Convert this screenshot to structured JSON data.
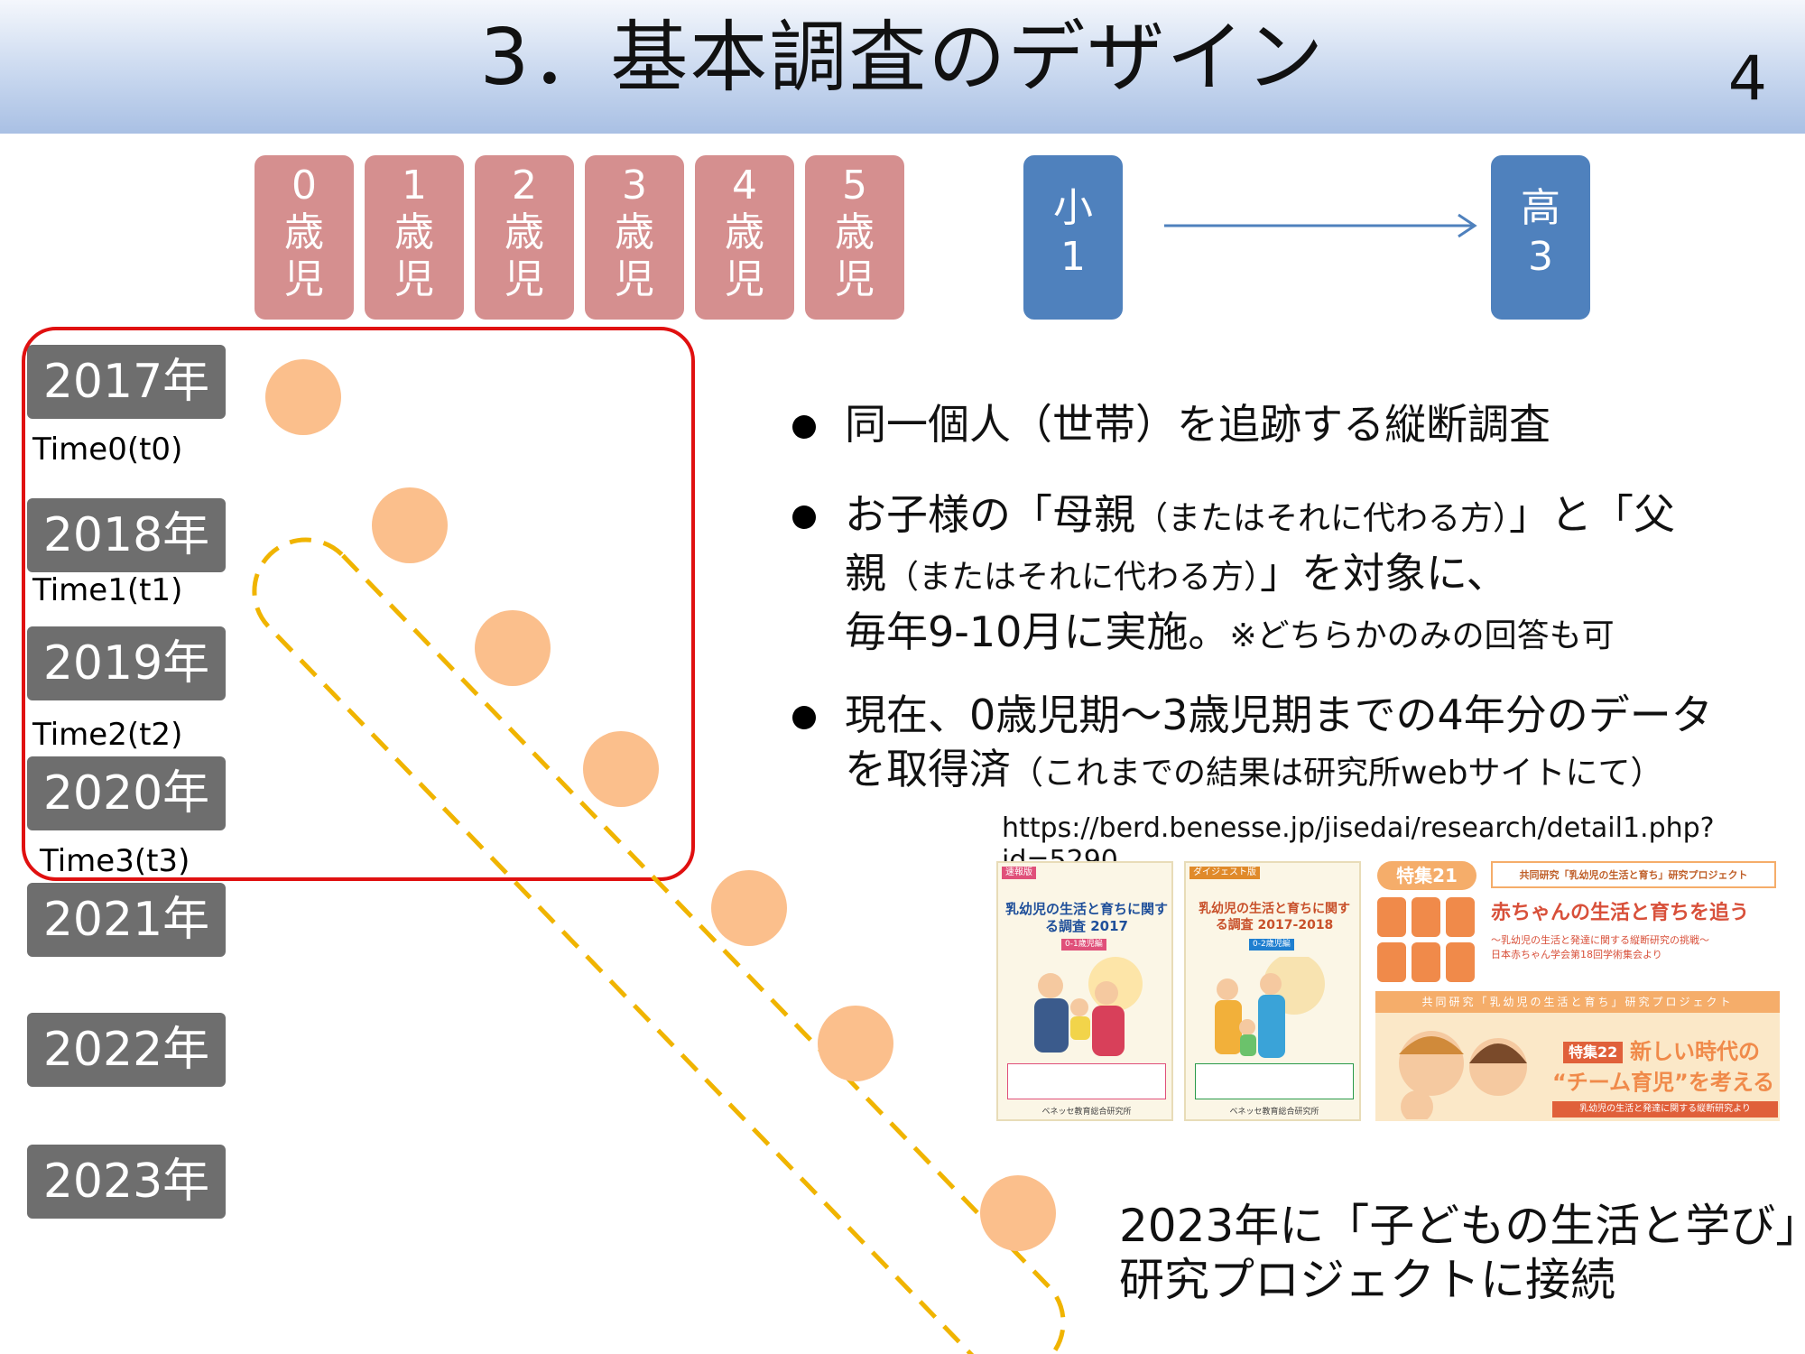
{
  "header": {
    "title": "3．基本調査のデザイン",
    "page_number": "4"
  },
  "ages": [
    {
      "num": "0",
      "c1": "歳",
      "c2": "児"
    },
    {
      "num": "1",
      "c1": "歳",
      "c2": "児"
    },
    {
      "num": "2",
      "c1": "歳",
      "c2": "児"
    },
    {
      "num": "3",
      "c1": "歳",
      "c2": "児"
    },
    {
      "num": "4",
      "c1": "歳",
      "c2": "児"
    },
    {
      "num": "5",
      "c1": "歳",
      "c2": "児"
    }
  ],
  "school": {
    "start_1": "小",
    "start_2": "1",
    "end_1": "高",
    "end_2": "3"
  },
  "years": [
    "2017年",
    "2018年",
    "2019年",
    "2020年",
    "2021年",
    "2022年",
    "2023年"
  ],
  "times": [
    "Time0(t0)",
    "Time1(t1)",
    "Time2(t2)",
    "Time3(t3)"
  ],
  "bullets": {
    "b1": "同一個人（世帯）を追跡する縦断調査",
    "b2_line1_a": "お子様の「母親",
    "b2_line1_small": "（またはそれに代わる方）",
    "b2_line1_b": "」と「父",
    "b2_line2_a": "親",
    "b2_line2_small": "（またはそれに代わる方）",
    "b2_line2_b": "」を対象に、",
    "b2_line3_a": "毎年9-10月に実施。",
    "b2_line3_small": "※どちらかのみの回答も可",
    "b3_line1": "現在、0歳児期～3歳児期までの4年分のデータ",
    "b3_line2_a": "を取得済",
    "b3_line2_small": "（これまでの結果は研究所webサイトにて）"
  },
  "url": "https://berd.benesse.jp/jisedai/research/detail1.php?id=5290",
  "connection": {
    "line1": "2023年に「子どもの生活と学び」",
    "line2": "研究プロジェクトに接続"
  },
  "thumbnails": {
    "t1_tag": "速報版",
    "t1_title": "乳幼児の生活と育ちに関する調査 2017",
    "t1_sub": "0-1歳児編",
    "t1_footer": "ベネッセ教育総合研究所",
    "t2_tag": "ダイジェスト版",
    "t2_title": "乳幼児の生活と育ちに関する調査 2017-2018",
    "t2_sub": "0-2歳児編",
    "t2_footer": "ベネッセ教育総合研究所",
    "t3_badge": "特集21",
    "t3_project": "共同研究「乳幼児の生活と育ち」研究プロジェクト",
    "t3_title": "赤ちゃんの生活と育ちを追う",
    "t3_sub1": "～乳幼児の生活と発達に関する縦断研究の挑戦～",
    "t3_sub2": "日本赤ちゃん学会第18回学術集会より",
    "t4_banner": "共同研究「乳幼児の生活と育ち」研究プロジェクト",
    "t4_badge": "特集22",
    "t4_title1": "新しい時代の",
    "t4_title2": "“チーム育児”を考える",
    "t4_footer": "乳幼児の生活と発達に関する縦断研究より"
  },
  "colors": {
    "age_box": "#d58f8f",
    "school_box": "#4f81bd",
    "year_box": "#6e6e6e",
    "red_frame": "#e01010",
    "dashed_capsule": "#f0b400",
    "circle": "#fbbf8c"
  }
}
